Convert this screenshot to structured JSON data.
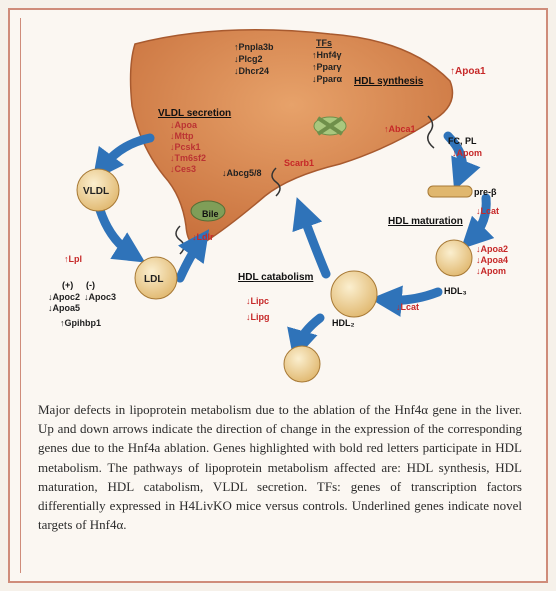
{
  "figure": {
    "liver_top_genes": [
      "↑Pnpla3b",
      "↓Plcg2",
      "↓Dhcr24"
    ],
    "tfs_heading": "TFs",
    "tfs_genes": [
      "↑Hnf4γ",
      "↑Pparγ",
      "↓Pparα"
    ],
    "hdl_synthesis": {
      "heading": "HDL synthesis",
      "up_gene": "↑Apoa1",
      "abca1": "↑Abca1",
      "fc_pl": "FC, PL",
      "apom": "↓Apom",
      "pre_beta": "pre-β"
    },
    "vldl_secretion": {
      "heading": "VLDL secretion",
      "genes": [
        "↓Apoa",
        "↓Mttp",
        "↓Pcsk1",
        "↓Tm6sf2",
        "↓Ces3"
      ]
    },
    "abcg": "↓Abcg5/8",
    "scarb1": "Scarb1",
    "bile": "Bile",
    "ldlr": "↓Ldlr",
    "vldl": "VLDL",
    "ldl": "LDL",
    "lpl": "↑Lpl",
    "plus": "(+)",
    "minus": "(-)",
    "left_genes_col1": [
      "↓Apoc2",
      "↓Apoa5"
    ],
    "left_genes_col2": [
      "↓Apoc3"
    ],
    "gpihbp": "↑Gpihbp1",
    "hdl_maturation": {
      "heading": "HDL maturation",
      "lcat": "↓Lcat",
      "hdl3": "HDL₃",
      "genes": [
        "↓Apoa2",
        "↓Apoa4",
        "↓Apom"
      ]
    },
    "hdl_catabolism": {
      "heading": "HDL catabolism",
      "genes": [
        "↓Lipc",
        "↓Lipg"
      ],
      "hdl2": "HDL₂",
      "lcat2": "↓Lcat"
    }
  },
  "caption": "Major defects in lipoprotein metabolism due to the ablation of the Hnf4α gene in the liver. Up and down arrows indicate the direction of change in the expression of the corresponding genes due to the Hnf4a ablation. Genes highlighted with bold red letters participate in HDL metabolism. The pathways of lipoprotein metabolism affected are: HDL synthesis, HDL maturation, HDL catabolism, VLDL secretion. TFs: genes of transcription factors differentially expressed in H4LivKO mice versus controls. Underlined genes indicate novel targets of Hnf4α."
}
